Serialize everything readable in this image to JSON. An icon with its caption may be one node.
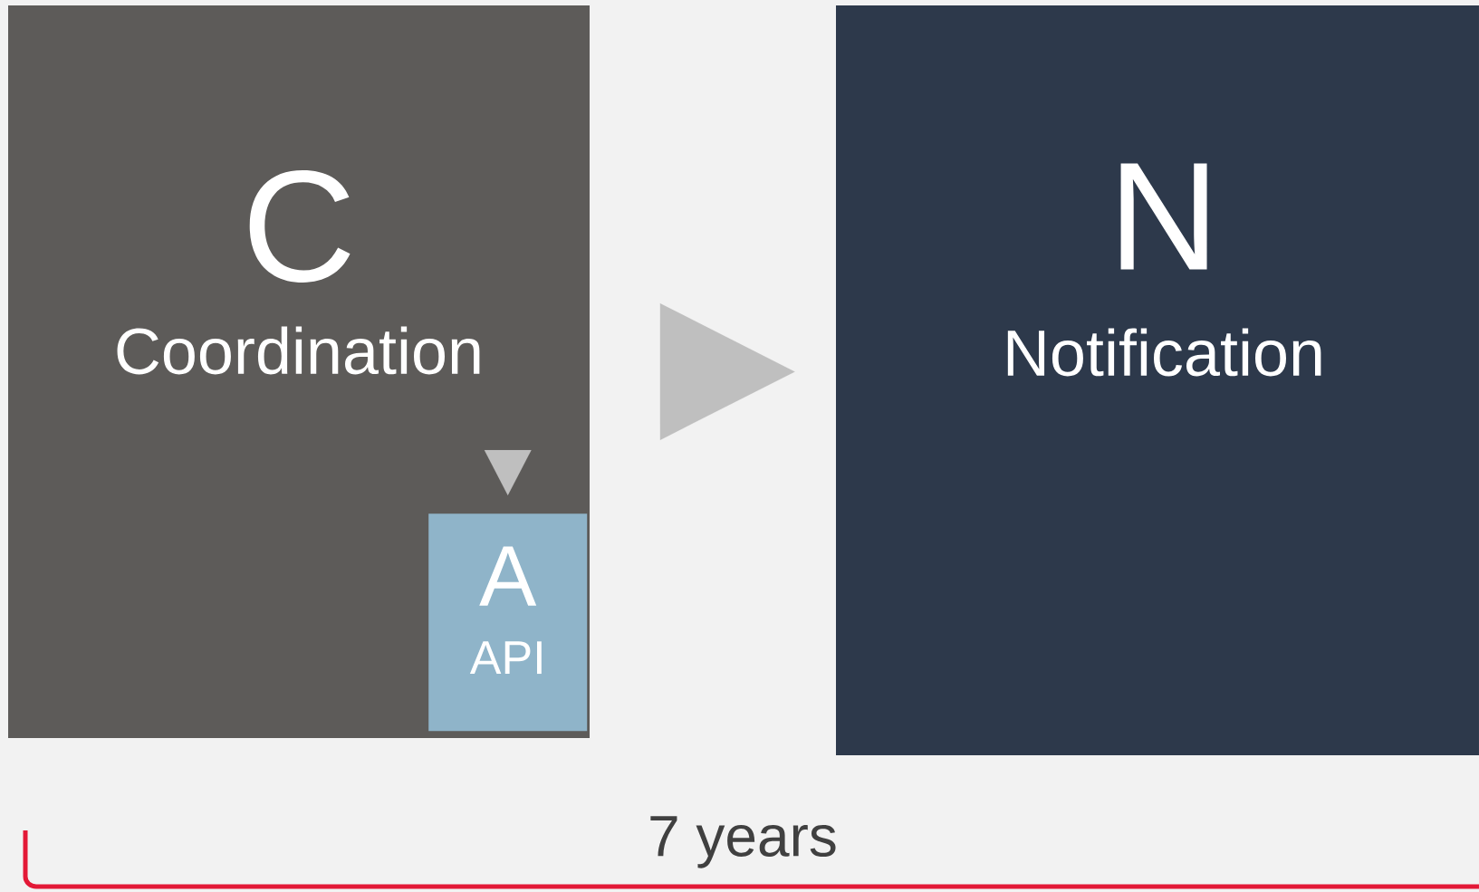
{
  "diagram": {
    "nodes": [
      {
        "text": [
          "C",
          "Coordination"
        ]
      },
      {
        "text": [
          "A",
          "API"
        ],
        "in": 0
      },
      {
        "text": [
          "N",
          "Notification"
        ]
      }
    ],
    "edges": [
      {
        "from": 0,
        "to": 2,
        "arrow": "to"
      },
      {
        "from": null,
        "to": 1,
        "arrow": "to"
      }
    ],
    "labels": [
      "7 years"
    ]
  }
}
